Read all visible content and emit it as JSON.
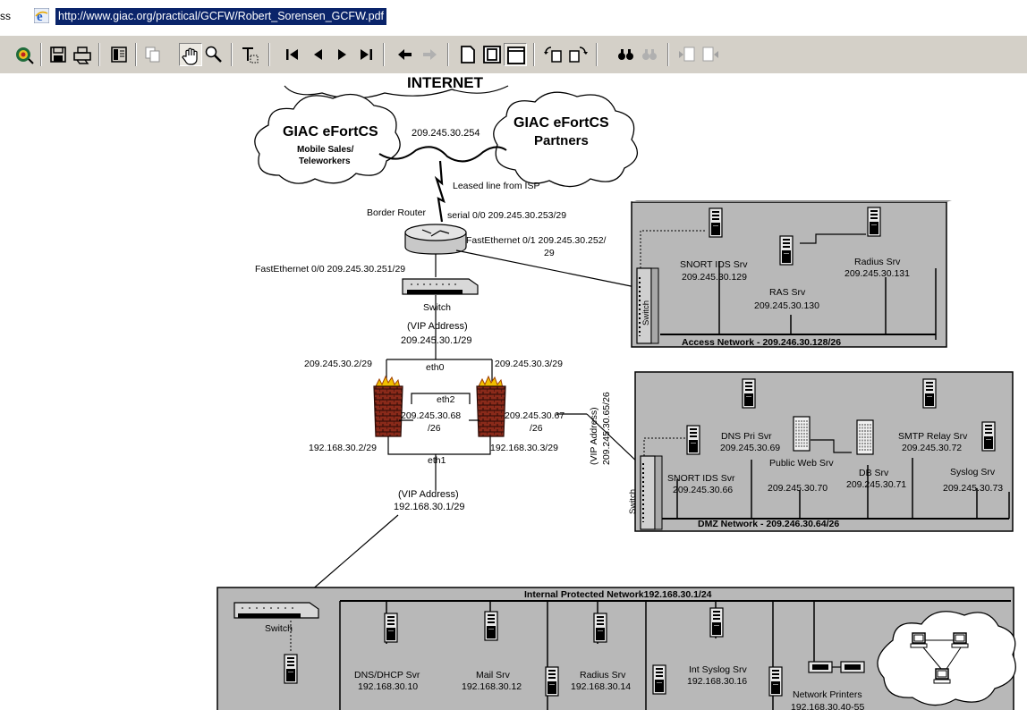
{
  "address_bar": {
    "label": "ss",
    "url": "http://www.giac.org/practical/GCFW/Robert_Sorensen_GCFW.pdf"
  },
  "toolbar": {
    "buttons": [
      "acrobat-logo-icon",
      "save-icon",
      "print-icon",
      "toggle-bookmarks-icon",
      "copy-icon",
      "hand-tool-icon",
      "zoom-tool-icon",
      "text-select-tool-icon",
      "first-page-icon",
      "previous-page-icon",
      "next-page-icon",
      "last-page-icon",
      "go-back-icon",
      "go-forward-icon",
      "actual-size-icon",
      "fit-page-icon",
      "fit-width-icon",
      "rotate-left-icon",
      "rotate-right-icon",
      "find-icon",
      "search-icon",
      "previous-view-icon",
      "next-view-icon"
    ]
  },
  "diagram": {
    "internet_label": "INTERNET",
    "cloud_mobile": {
      "title": "GIAC eFortCS",
      "line1": "Mobile Sales/",
      "line2": "Teleworkers"
    },
    "cloud_partners": {
      "title": "GIAC eFortCS",
      "subtitle": "Partners"
    },
    "isp_ip": "209.245.30.254",
    "leased_line": "Leased line from ISP",
    "border_router": "Border Router",
    "serial_label": "serial 0/0 209.245.30.253/29",
    "fe01_label_line1": "FastEthernet 0/1  209.245.30.252/",
    "fe01_label_line2": "29",
    "fe00_label": "FastEthernet 0/0  209.245.30.251/29",
    "switch_label": "Switch",
    "vip_label": "(VIP Address)",
    "vip_ext": "209.245.30.1/29",
    "fw1_ext": "209.245.30.2/29",
    "fw2_ext": "209.245.30.3/29",
    "eth0": "eth0",
    "eth2": "eth2",
    "eth1": "eth1",
    "fw1_eth2_ip": "209.245.30.68",
    "fw1_eth2_mask": "/26",
    "fw2_eth2_ip": "209.245.30.67",
    "fw2_eth2_mask": "/26",
    "fw1_int": "192.168.30.2/29",
    "fw2_int": "192.168.30.3/29",
    "dmz_vip_label": "(VIP Address)",
    "dmz_vip_ip": "209.245.30.65/26",
    "vip_int": "192.168.30.1/29",
    "access_network": {
      "caption": "Access Network - 209.246.30.128/26",
      "switch": "Switch",
      "snort_name": "SNORT IDS Srv",
      "snort_ip": "209.245.30.129",
      "ras_name": "RAS Srv",
      "ras_ip": "209.245.30.130",
      "radius_name": "Radius Srv",
      "radius_ip": "209.245.30.131"
    },
    "dmz_network": {
      "caption": "DMZ Network - 209.246.30.64/26",
      "switch": "Switch",
      "snort_name": "SNORT IDS Svr",
      "snort_ip": "209.245.30.66",
      "dns_name": "DNS Pri Svr",
      "dns_ip": "209.245.30.69",
      "web_name": "Public Web Srv",
      "web_ip": "209.245.30.70",
      "db_name": "DB Srv",
      "db_ip": "209.245.30.71",
      "smtp_name": "SMTP Relay Srv",
      "smtp_ip": "209.245.30.72",
      "syslog_name": "Syslog Srv",
      "syslog_ip": "209.245.30.73"
    },
    "internal_network": {
      "caption": "Internal Protected Network192.168.30.1/24",
      "switch": "Switch",
      "dns_name": "DNS/DHCP Svr",
      "dns_ip": "192.168.30.10",
      "mail_name": "Mail Srv",
      "mail_ip": "192.168.30.12",
      "radius_name": "Radius Srv",
      "radius_ip": "192.168.30.14",
      "syslog_name": "Int Syslog Srv",
      "syslog_ip": "192.168.30.16",
      "printers_name": "Network Printers",
      "printers_ip": "192.168.30.40-55"
    }
  }
}
